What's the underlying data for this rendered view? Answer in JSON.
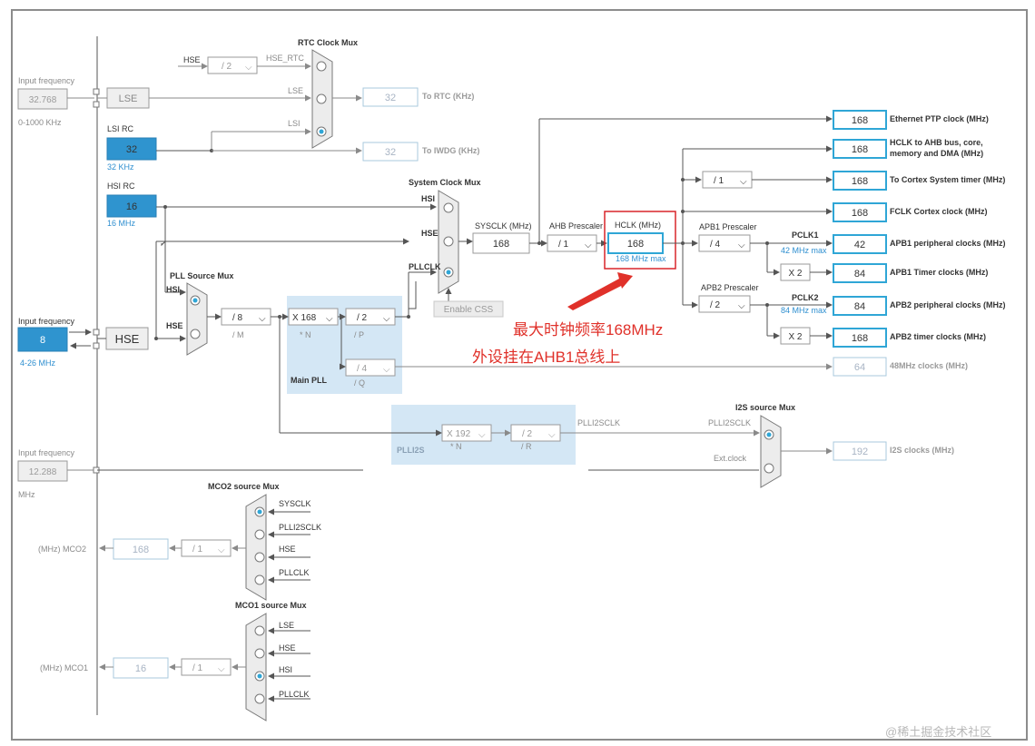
{
  "left_inputs": {
    "lse_input": {
      "label": "Input frequency",
      "value": "32.768",
      "range": "0-1000 KHz"
    },
    "hse_input": {
      "label": "Input frequency",
      "value": "8",
      "range": "4-26 MHz"
    },
    "i2s_input": {
      "label": "Input frequency",
      "value": "12.288",
      "unit": "MHz"
    }
  },
  "oscillators": {
    "lse": "LSE",
    "lsi_title": "LSI RC",
    "lsi_value": "32",
    "lsi_freq": "32 KHz",
    "hsi_title": "HSI RC",
    "hsi_value": "16",
    "hsi_freq": "16 MHz",
    "hse": "HSE"
  },
  "rtc_mux": {
    "title": "RTC Clock Mux",
    "hse_label": "HSE",
    "hse_div": "/ 2",
    "hse_rtc_label": "HSE_RTC",
    "lse_label": "LSE",
    "lsi_label": "LSI",
    "rtc_value": "32",
    "rtc_out": "To RTC (KHz)",
    "iwdg_value": "32",
    "iwdg_out": "To IWDG (KHz)"
  },
  "pll_source_mux": {
    "title": "PLL  Source Mux",
    "hsi": "HSI",
    "hse": "HSE"
  },
  "main_pll": {
    "title": "Main PLL",
    "m_value": "/ 8",
    "m_label": "/ M",
    "n_value": "X 168",
    "n_label": "* N",
    "p_value": "/ 2",
    "p_label": "/ P",
    "q_value": "/ 4",
    "q_label": "/ Q"
  },
  "system_mux": {
    "title": "System Clock Mux",
    "hsi": "HSI",
    "hse": "HSE",
    "pllclk": "PLLCLK",
    "enable_css": "Enable CSS"
  },
  "sysclk": {
    "label": "SYSCLK (MHz)",
    "value": "168"
  },
  "ahb": {
    "label": "AHB Prescaler",
    "value": "/ 1"
  },
  "hclk": {
    "label": "HCLK (MHz)",
    "value": "168",
    "max": "168 MHz max"
  },
  "apb1": {
    "label": "APB1 Prescaler",
    "value": "/ 4",
    "pclk_label": "PCLK1",
    "pclk_max": "42 MHz max",
    "timer_mult": "X 2"
  },
  "apb2": {
    "label": "APB2 Prescaler",
    "value": "/ 2",
    "pclk_label": "PCLK2",
    "pclk_max": "84 MHz max",
    "timer_mult": "X 2"
  },
  "cortex_div": "/ 1",
  "outputs": [
    {
      "value": "168",
      "label": "Ethernet PTP clock (MHz)"
    },
    {
      "value": "168",
      "label": "HCLK to AHB bus, core,",
      "label2": "memory and DMA (MHz)"
    },
    {
      "value": "168",
      "label": "To Cortex System timer (MHz)"
    },
    {
      "value": "168",
      "label": "FCLK Cortex clock (MHz)"
    },
    {
      "value": "42",
      "label": "APB1 peripheral clocks (MHz)"
    },
    {
      "value": "84",
      "label": "APB1 Timer clocks (MHz)"
    },
    {
      "value": "84",
      "label": "APB2 peripheral clocks (MHz)"
    },
    {
      "value": "168",
      "label": "APB2 timer clocks (MHz)"
    },
    {
      "value": "64",
      "label": "48MHz clocks (MHz)"
    }
  ],
  "plli2s": {
    "title": "PLLI2S",
    "n_value": "X 192",
    "n_label": "* N",
    "r_value": "/ 2",
    "r_label": "/ R",
    "clk_label": "PLLI2SCLK"
  },
  "i2s_mux": {
    "title": "I2S source Mux",
    "plli2sclk": "PLLI2SCLK",
    "ext": "Ext.clock",
    "value": "192",
    "out": "I2S clocks (MHz)"
  },
  "mco2": {
    "title": "MCO2 source Mux",
    "inputs": [
      "SYSCLK",
      "PLLI2SCLK",
      "HSE",
      "PLLCLK"
    ],
    "div": "/ 1",
    "value": "168",
    "label": "(MHz) MCO2"
  },
  "mco1": {
    "title": "MCO1 source Mux",
    "inputs": [
      "LSE",
      "HSE",
      "HSI",
      "PLLCLK"
    ],
    "div": "/ 1",
    "value": "16",
    "label": "(MHz) MCO1"
  },
  "annotation": {
    "line1": "最大时钟频率168MHz",
    "line2": "外设挂在AHB1总线上",
    "color": "#e0312a"
  },
  "watermark": "@稀土掘金技术社区",
  "colors": {
    "accent_blue": "#2f94cf",
    "output_border": "#2fa6d6",
    "pll_bg": "#d4e7f5",
    "highlight_red": "#e0312a"
  }
}
